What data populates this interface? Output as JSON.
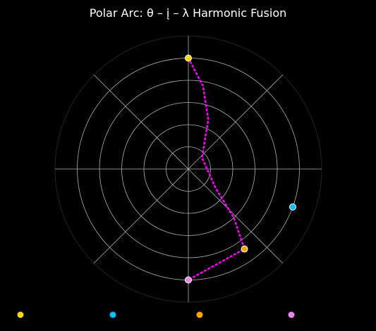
{
  "chart_data": {
    "type": "scatter",
    "subtype": "polar",
    "title": "Polar Arc: θ – į – λ Harmonic Fusion",
    "background": "#000000",
    "grid": true,
    "grid_color": "#b0b0b0",
    "radial_ring_count": 6,
    "angular_spoke_step_deg": 45,
    "rlim": [
      0,
      6
    ],
    "points": [
      {
        "theta_deg": 90,
        "r": 5,
        "color": "#FFD700"
      },
      {
        "theta_deg": 340,
        "r": 5,
        "color": "#00BFFF"
      },
      {
        "theta_deg": 305,
        "r": 4.4,
        "color": "#FFA500"
      },
      {
        "theta_deg": 270,
        "r": 5,
        "color": "#EE82EE"
      }
    ],
    "path": {
      "color": "#FF00FF",
      "style": "dotted",
      "points": [
        {
          "theta_deg": 90,
          "r": 5
        },
        {
          "theta_deg": 80,
          "r": 3.8
        },
        {
          "theta_deg": 68,
          "r": 2.4
        },
        {
          "theta_deg": 40,
          "r": 0.8
        },
        {
          "theta_deg": 325,
          "r": 1.5
        },
        {
          "theta_deg": 313,
          "r": 3.0
        },
        {
          "theta_deg": 305,
          "r": 4.4
        },
        {
          "theta_deg": 270,
          "r": 5
        }
      ]
    },
    "legend": {
      "placement": "bottom",
      "entries": [
        {
          "color": "#FFD700"
        },
        {
          "color": "#00BFFF"
        },
        {
          "color": "#FFA500"
        },
        {
          "color": "#EE82EE"
        }
      ]
    }
  }
}
